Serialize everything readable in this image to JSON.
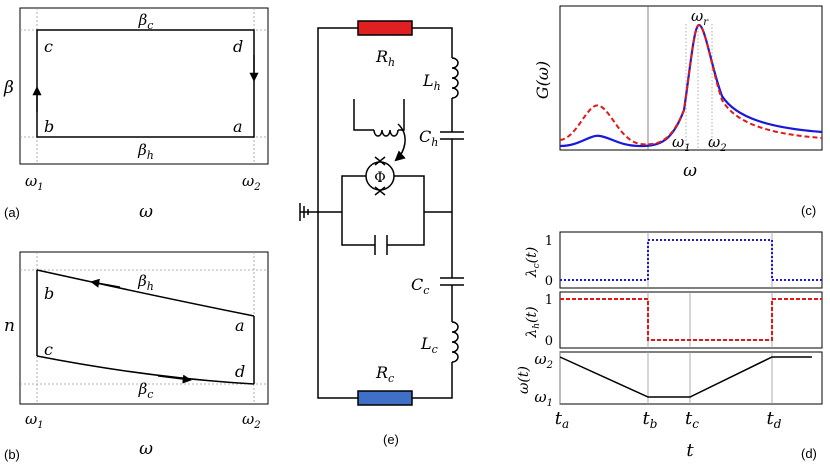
{
  "colors": {
    "hot": "#e02020",
    "cold": "#2255bb",
    "blue_line": "#1a1ad6",
    "red_line": "#e01818",
    "black": "#000000",
    "grid": "#888888"
  },
  "panel_a": {
    "tag": "(a)",
    "y_label": "β",
    "x_label": "ω",
    "top_label": "β",
    "top_label_sub": "c",
    "bottom_label": "β",
    "bottom_label_sub": "h",
    "x_tick_1": "ω",
    "x_tick_1_sub": "1",
    "x_tick_2": "ω",
    "x_tick_2_sub": "2",
    "corner_c": "c",
    "corner_d": "d",
    "corner_b": "b",
    "corner_a": "a"
  },
  "panel_b": {
    "tag": "(b)",
    "y_label": "n",
    "x_label": "ω",
    "upper_label": "β",
    "upper_label_sub": "h",
    "lower_label": "β",
    "lower_label_sub": "c",
    "x_tick_1": "ω",
    "x_tick_1_sub": "1",
    "x_tick_2": "ω",
    "x_tick_2_sub": "2",
    "corner_b": "b",
    "corner_c": "c",
    "corner_a": "a",
    "corner_d": "d"
  },
  "panel_e": {
    "tag": "(e)",
    "resistor_hot": "R",
    "resistor_hot_sub": "h",
    "resistor_cold": "R",
    "resistor_cold_sub": "c",
    "inductor_hot": "L",
    "inductor_hot_sub": "h",
    "inductor_cold": "L",
    "inductor_cold_sub": "c",
    "capacitor_hot": "C",
    "capacitor_hot_sub": "h",
    "capacitor_cold": "C",
    "capacitor_cold_sub": "c",
    "flux": "Φ"
  },
  "panel_c": {
    "tag": "(c)",
    "y_label": "G(ω)",
    "x_label": "ω",
    "resonance": "ω",
    "resonance_sub": "r",
    "omega_1": "ω",
    "omega_1_sub": "1",
    "omega_2": "ω",
    "omega_2_sub": "2"
  },
  "panel_d": {
    "tag": "(d)",
    "x_label": "t",
    "lambda_c_label": "λ",
    "lambda_c_sub": "c",
    "lambda_c_arg": "(t)",
    "lambda_h_label": "λ",
    "lambda_h_sub": "h",
    "lambda_h_arg": "(t)",
    "omega_label": "ω(t)",
    "tick_one": "1",
    "tick_zero": "0",
    "omega_hi": "ω",
    "omega_hi_sub": "2",
    "omega_lo": "ω",
    "omega_lo_sub": "1",
    "t_ticks": [
      {
        "name": "t",
        "sub": "a"
      },
      {
        "name": "t",
        "sub": "b"
      },
      {
        "name": "t",
        "sub": "c"
      },
      {
        "name": "t",
        "sub": "d"
      }
    ]
  }
}
